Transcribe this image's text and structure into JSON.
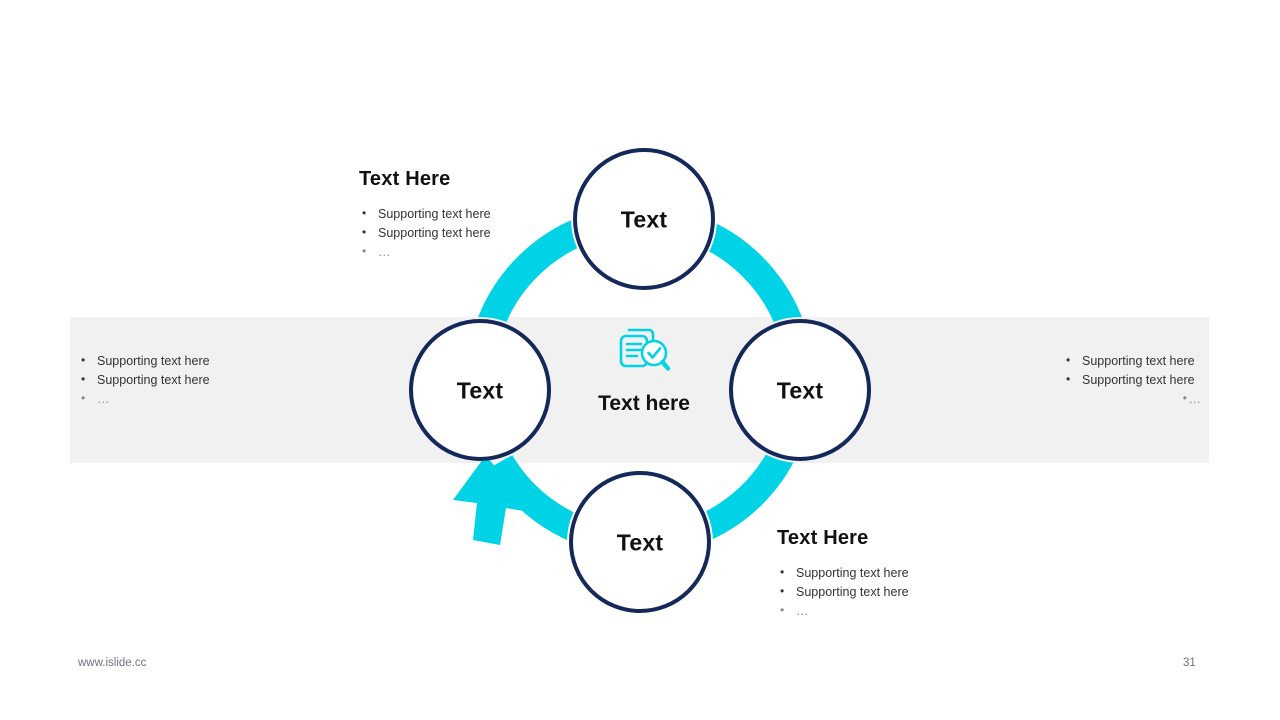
{
  "slide": {
    "background_color": "#ffffff",
    "band_color": "#f1f1f1",
    "accent_color": "#00d3e6",
    "outline_color": "#15285a",
    "text_color": "#111111"
  },
  "center": {
    "icon": "document-magnifier-check-icon",
    "label": "Text here"
  },
  "nodes": [
    {
      "id": "top",
      "label": "Text"
    },
    {
      "id": "right",
      "label": "Text"
    },
    {
      "id": "bottom",
      "label": "Text"
    },
    {
      "id": "left",
      "label": "Text"
    }
  ],
  "blocks": {
    "top_left": {
      "heading": "Text Here",
      "bullets": [
        "Supporting  text here",
        "Supporting  text here",
        "…"
      ]
    },
    "mid_left": {
      "heading": "",
      "bullets": [
        "Supporting  text here",
        "Supporting  text here",
        "…"
      ]
    },
    "mid_right": {
      "heading": "",
      "bullets": [
        "Supporting  text here",
        "Supporting  text here",
        "…"
      ]
    },
    "bottom_right": {
      "heading": "Text Here",
      "bullets": [
        "Supporting  text here",
        "Supporting  text here",
        "…"
      ]
    }
  },
  "footer": {
    "url": "www.islide.cc",
    "page_number": "31"
  }
}
